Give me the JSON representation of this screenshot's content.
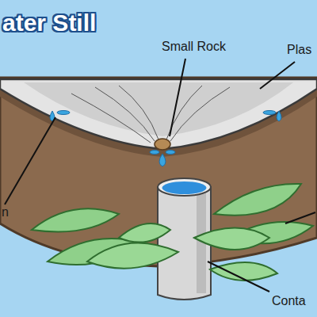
{
  "diagram": {
    "title": "ater Still",
    "labels": [
      "Small Rock",
      "Plas",
      "n",
      "Conta"
    ]
  }
}
